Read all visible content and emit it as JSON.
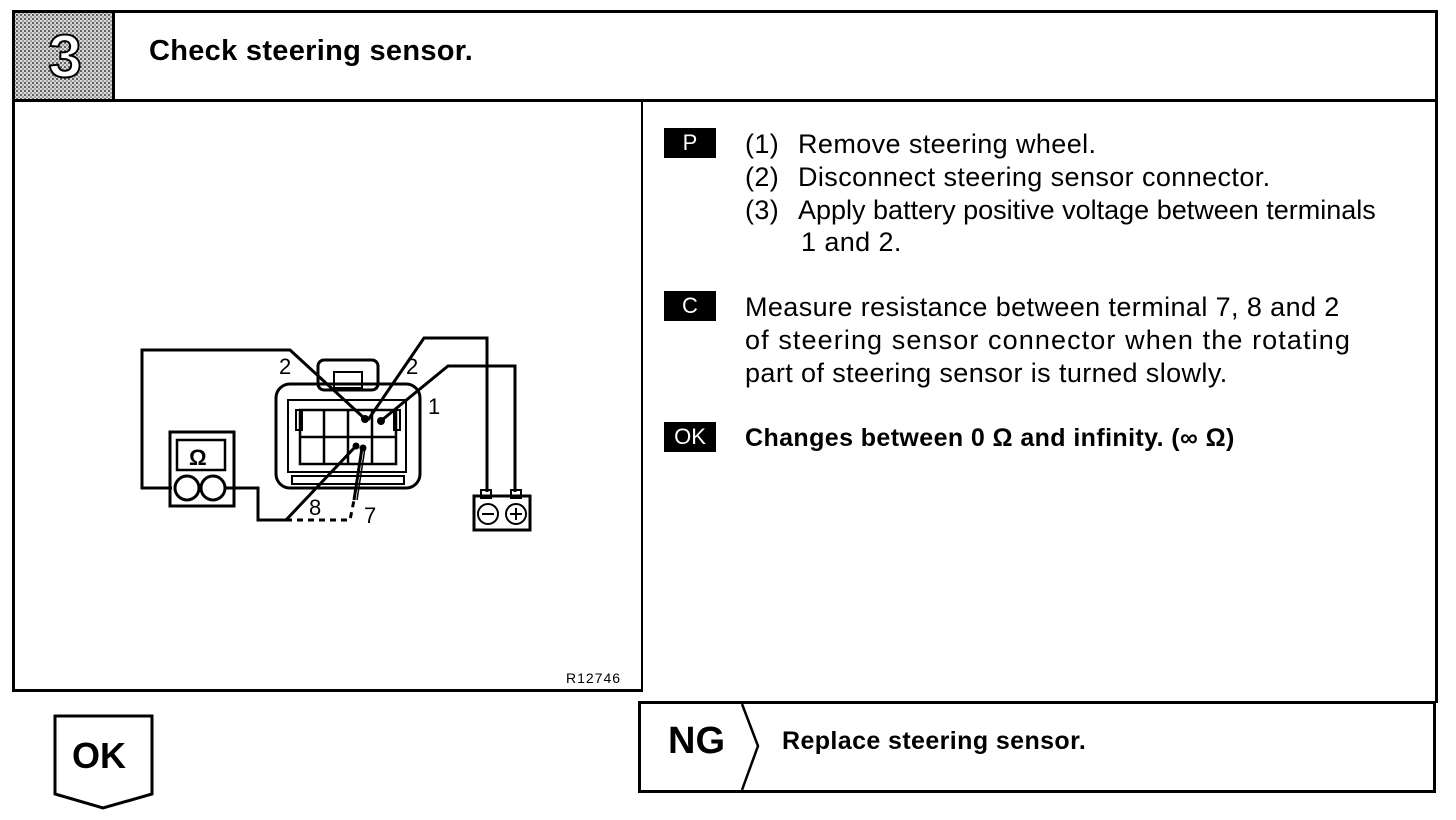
{
  "header": {
    "step_number": "3",
    "title": "Check steering sensor."
  },
  "diagram": {
    "figure_code": "R12746",
    "ohmmeter_symbol": "Ω",
    "labels": {
      "terminal_2_left": "2",
      "terminal_2_right": "2",
      "terminal_1": "1",
      "terminal_8": "8",
      "terminal_7": "7"
    }
  },
  "procedure": {
    "prep_tag": "P",
    "steps": [
      {
        "num": "(1)",
        "text": "Remove steering wheel."
      },
      {
        "num": "(2)",
        "text": "Disconnect steering sensor connector."
      },
      {
        "num": "(3)",
        "text": "Apply battery positive voltage between terminals",
        "cont": "1 and 2."
      }
    ],
    "check_tag": "C",
    "check_lines": [
      "Measure resistance between terminal 7, 8 and 2",
      "of steering sensor connector when the rotating",
      "part of steering sensor is turned slowly."
    ],
    "ok_tag": "OK",
    "ok_text": "Changes between 0 Ω and infinity. (∞ Ω)"
  },
  "result": {
    "ok_label": "OK",
    "ng_label": "NG",
    "ng_text": "Replace steering sensor."
  }
}
